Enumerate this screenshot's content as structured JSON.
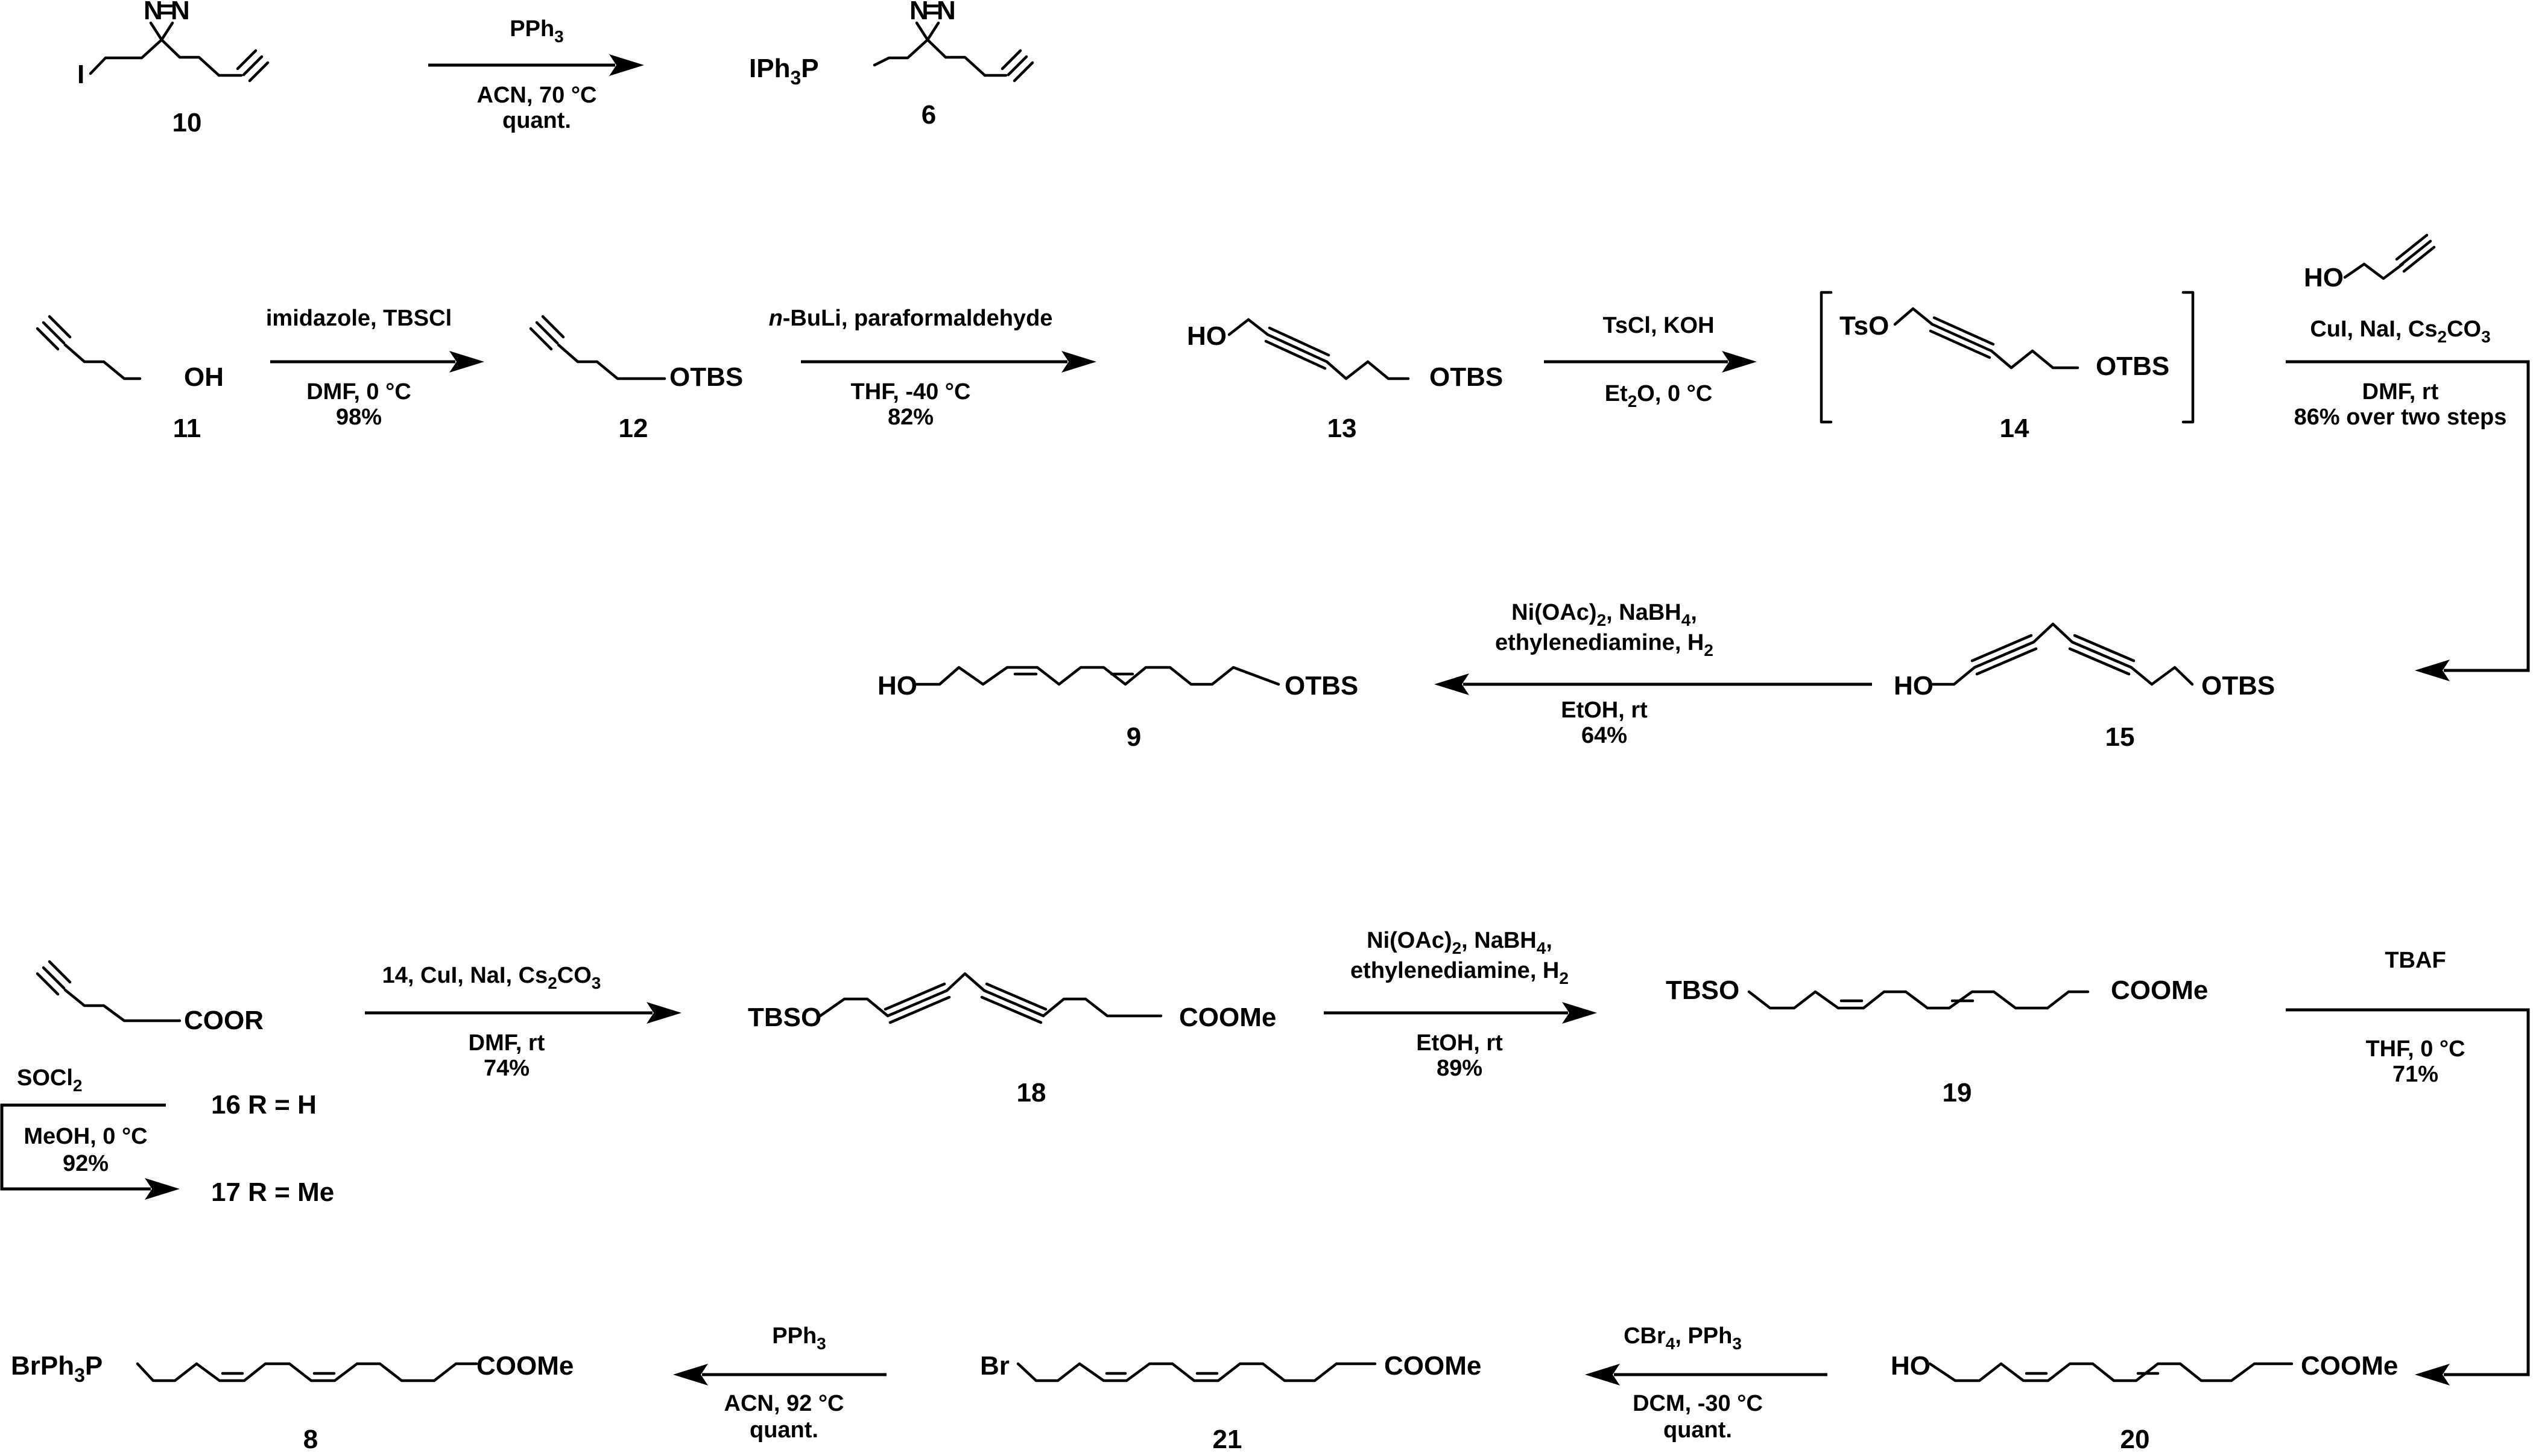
{
  "scheme": {
    "compounds": {
      "c10": {
        "label": "10",
        "atoms": {
          "I": "I",
          "N1": "N",
          "N2": "N",
          "eq": "="
        }
      },
      "c6": {
        "label": "6",
        "atoms": {
          "P": "IPh",
          "Psub": "3",
          "Pend": "P",
          "N1": "N",
          "N2": "N",
          "eq": "="
        }
      },
      "c11": {
        "label": "11",
        "atoms": {
          "OH": "OH"
        }
      },
      "c12": {
        "label": "12",
        "atoms": {
          "OTBS": "OTBS"
        }
      },
      "c13": {
        "label": "13",
        "atoms": {
          "HO": "HO",
          "OTBS": "OTBS"
        }
      },
      "c14": {
        "label": "14",
        "atoms": {
          "TsO": "TsO",
          "OTBS": "OTBS"
        }
      },
      "c15": {
        "label": "15",
        "atoms": {
          "HO": "HO",
          "OTBS": "OTBS"
        }
      },
      "c9": {
        "label": "9",
        "atoms": {
          "HO": "HO",
          "OTBS": "OTBS"
        }
      },
      "c16": {
        "label": "16 R = H",
        "atoms": {
          "COOR": "COOR"
        }
      },
      "c17": {
        "label": "17 R = Me"
      },
      "c18": {
        "label": "18",
        "atoms": {
          "TBSO": "TBSO",
          "COOMe": "COOMe"
        }
      },
      "c19": {
        "label": "19",
        "atoms": {
          "TBSO": "TBSO",
          "COOMe": "COOMe"
        }
      },
      "c20": {
        "label": "20",
        "atoms": {
          "HO": "HO",
          "COOMe": "COOMe"
        }
      },
      "c21": {
        "label": "21",
        "atoms": {
          "Br": "Br",
          "COOMe": "COOMe"
        }
      },
      "c8": {
        "label": "8",
        "atoms": {
          "P": "BrPh",
          "Psub": "3",
          "Pend": "P",
          "COOMe": "COOMe"
        }
      }
    },
    "reagent_butynol": {
      "HO": "HO"
    },
    "steps": {
      "s1": {
        "above": [
          "PPh",
          "3"
        ],
        "below": [
          "ACN, 70 °C",
          "quant."
        ]
      },
      "s2": {
        "above": "imidazole, TBSCl",
        "below": [
          "DMF, 0 °C",
          "98%"
        ]
      },
      "s3": {
        "above_italic": "n",
        "above_rest": "-BuLi, paraformaldehyde",
        "below": [
          "THF, -40 °C",
          "82%"
        ]
      },
      "s4": {
        "above": "TsCl, KOH",
        "below_a": "Et",
        "below_sub": "2",
        "below_b": "O, 0 °C"
      },
      "s5": {
        "above_a": "CuI, NaI, Cs",
        "above_sub1": "2",
        "above_b": "CO",
        "above_sub2": "3",
        "below": [
          "DMF, rt",
          "86% over two steps"
        ]
      },
      "s6": {
        "above1_a": "Ni(OAc)",
        "above1_sub": "2",
        "above1_b": ", NaBH",
        "above1_sub2": "4",
        "above1_c": ",",
        "above2_a": "ethylenediamine, H",
        "above2_sub": "2",
        "below": [
          "EtOH, rt",
          "64%"
        ]
      },
      "s7": {
        "above": "SOCl",
        "above_sub": "2",
        "below": [
          "MeOH, 0 °C",
          "92%"
        ]
      },
      "s8": {
        "above_a": "14, CuI, NaI, Cs",
        "above_sub1": "2",
        "above_b": "CO",
        "above_sub2": "3",
        "below": [
          "DMF, rt",
          "74%"
        ]
      },
      "s9": {
        "above1_a": "Ni(OAc)",
        "above1_sub": "2",
        "above1_b": ", NaBH",
        "above1_sub2": "4",
        "above1_c": ",",
        "above2_a": "ethylenediamine, H",
        "above2_sub": "2",
        "below": [
          "EtOH, rt",
          "89%"
        ]
      },
      "s10": {
        "above": "TBAF",
        "below": [
          "THF, 0 °C",
          "71%"
        ]
      },
      "s11": {
        "above_a": "CBr",
        "above_sub": "4",
        "above_b": ", PPh",
        "above_sub2": "3",
        "below": [
          "DCM, -30 °C",
          "quant."
        ]
      },
      "s12": {
        "above": "PPh",
        "above_sub": "3",
        "below": [
          "ACN, 92 °C",
          "quant."
        ]
      }
    }
  }
}
